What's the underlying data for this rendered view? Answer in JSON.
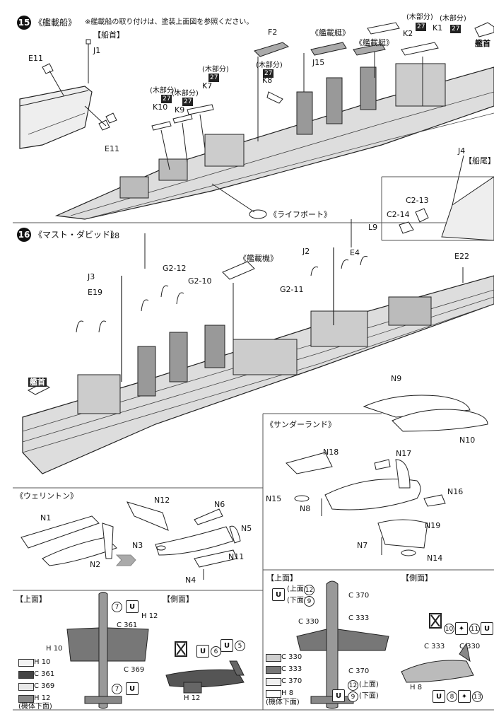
{
  "step15": {
    "number": "15",
    "title": "《艦載船》",
    "note": "※艦載船の取り付けは、塗装上面図を参照ください。",
    "bow_label": "【船首】",
    "stern_label": "【船尾】",
    "bow_arrow_label": "艦首",
    "parts": [
      "J1",
      "E11",
      "E11",
      "F2",
      "J15",
      "K2",
      "K1",
      "K7",
      "K8",
      "K9",
      "K10",
      "J4",
      "C2-13",
      "C2-14"
    ],
    "boat_labels": [
      "《艦載艇》",
      "《艦載艇》",
      "《ライフボート》"
    ],
    "wood_note": "(木部分)",
    "ph_code": "27"
  },
  "step16": {
    "number": "16",
    "title": "《マスト・ダビッド》",
    "aircraft_label": "《艦載機》",
    "bow_arrow_label": "艦首",
    "parts": [
      "L8",
      "L9",
      "J2",
      "E4",
      "E22",
      "J3",
      "G2-12",
      "G2-10",
      "G2-11",
      "E19"
    ]
  },
  "sunderland": {
    "title": "《サンダーランド》",
    "parts": [
      "N9",
      "N10",
      "N18",
      "N17",
      "N15",
      "N8",
      "N16",
      "N19",
      "N7",
      "N14"
    ]
  },
  "wellington": {
    "title": "《ウェリントン》",
    "parts": [
      "N1",
      "N2",
      "N12",
      "N6",
      "N5",
      "N3",
      "N11",
      "N4"
    ]
  },
  "paint_wellington": {
    "top_label": "【上面】",
    "side_label": "【側面】",
    "callouts": [
      "C 361",
      "C 369",
      "H 12",
      "H 10",
      "H 12"
    ],
    "markings": [
      "7",
      "7",
      "6",
      "5"
    ],
    "legend": [
      {
        "code": "H 10",
        "color": "#f2f2f2"
      },
      {
        "code": "C 361",
        "color": "#444444"
      },
      {
        "code": "C 369",
        "color": "#e8e8e8"
      },
      {
        "code": "H 12",
        "color": "#888888"
      }
    ],
    "underside_note": "(機体下面)"
  },
  "paint_sunderland": {
    "top_label": "【上面】",
    "side_label": "【側面】",
    "upper": "(上面)",
    "lower": "(下面)",
    "callouts": [
      "C 370",
      "C 330",
      "C 333",
      "C 370",
      "C 333",
      "C 330",
      "H 8"
    ],
    "markings": [
      "12",
      "9",
      "12",
      "9",
      "10",
      "11",
      "8",
      "13"
    ],
    "legend": [
      {
        "code": "C 330",
        "color": "#cfcfcf"
      },
      {
        "code": "C 333",
        "color": "#777777"
      },
      {
        "code": "C 370",
        "color": "#f0f0f0"
      },
      {
        "code": "H 8",
        "color": "#ffffff"
      }
    ],
    "underside_note": "(機体下面)"
  }
}
